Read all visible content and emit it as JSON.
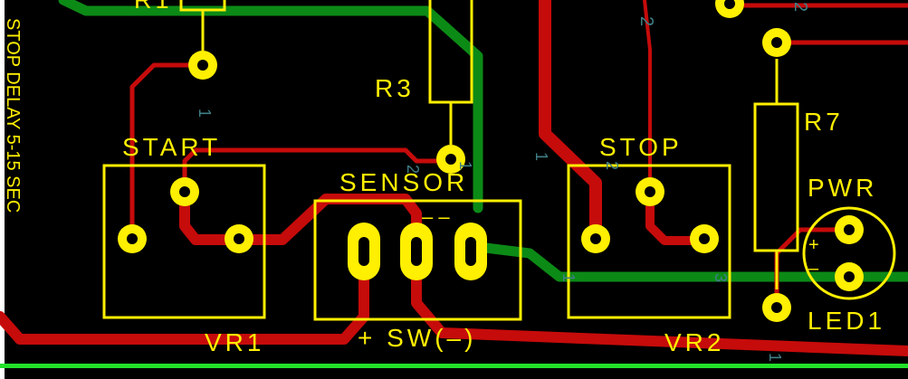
{
  "colors": {
    "background": "#000000",
    "silkscreen": "#ffef00",
    "trace_top": "#c60b0b",
    "trace_bottom": "#0c8a16",
    "pin_number": "#3f7f86",
    "board_edge": "#22e22a"
  },
  "board": {
    "side_label": "STOP DELAY 5-15 SEC"
  },
  "components": {
    "r1": "R1",
    "r3": "R3",
    "r7": "R7",
    "start": "START",
    "vr1": "VR1",
    "sensor": "SENSOR",
    "sensor_dashes": "– –",
    "sw_label": "+ SW(–)",
    "stop": "STOP",
    "vr2": "VR2",
    "pwr": "PWR",
    "led1": "LED1",
    "led_plus": "+",
    "led_minus": "–"
  },
  "pin_numbers": {
    "r1_pin": "1",
    "r3_pin": "2",
    "r3_pin_b": "1",
    "vr2_pin1": "1",
    "vr2_pin2": "2",
    "vr2_pin3": "3",
    "stop_pin1": "1",
    "top_pin2a": "2",
    "top_pin2b": "2",
    "bottom_pin1": "1"
  }
}
